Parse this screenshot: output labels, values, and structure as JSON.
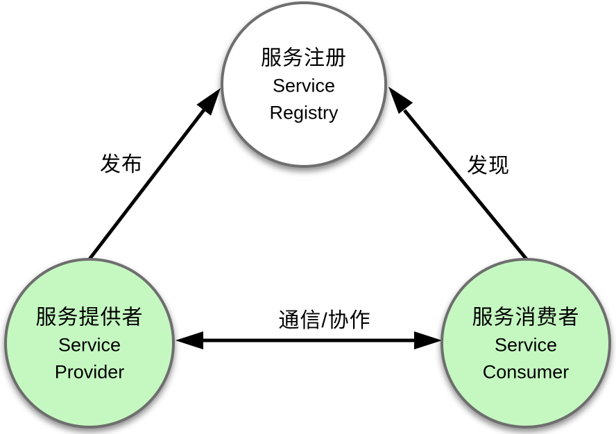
{
  "diagram": {
    "nodes": {
      "registry": {
        "name_zh": "服务注册",
        "name_en_1": "Service",
        "name_en_2": "Registry",
        "fill": "#ffffff"
      },
      "provider": {
        "name_zh": "服务提供者",
        "name_en_1": "Service",
        "name_en_2": "Provider",
        "fill": "#c5f8c1"
      },
      "consumer": {
        "name_zh": "服务消费者",
        "name_en_1": "Service",
        "name_en_2": "Consumer",
        "fill": "#c5f8c1"
      }
    },
    "edges": {
      "publish": {
        "label": "发布",
        "direction": "one-way"
      },
      "discover": {
        "label": "发现",
        "direction": "one-way"
      },
      "communicate": {
        "label": "通信/协作",
        "direction": "two-way"
      }
    },
    "colors": {
      "node_border": "#6e6e6e",
      "arrow": "#000000",
      "green_fill": "#c5f8c1",
      "white_fill": "#ffffff"
    }
  }
}
